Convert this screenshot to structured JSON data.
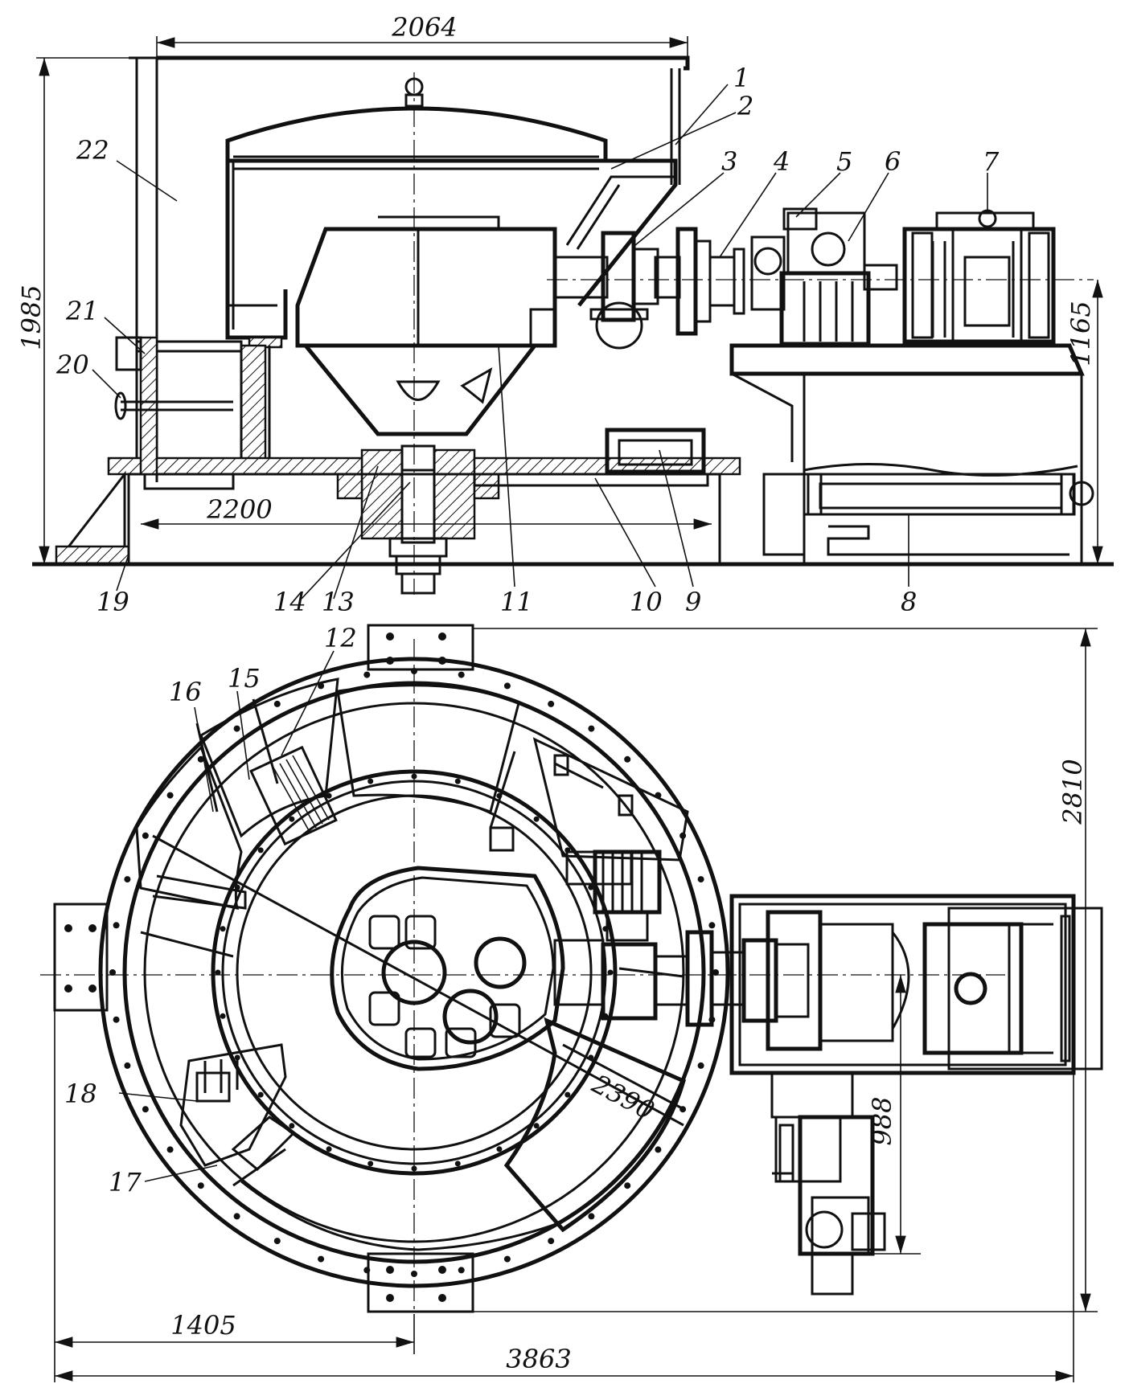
{
  "dimensions": {
    "top_width": "2064",
    "height": "1985",
    "base_span": "2200",
    "axis_height": "1165",
    "plan_depth": "2810",
    "plan_radius": "2390",
    "offset": "988",
    "half_width": "1405",
    "total_width": "3863"
  },
  "labels": {
    "l1": "1",
    "l2": "2",
    "l3": "3",
    "l4": "4",
    "l5": "5",
    "l6": "6",
    "l7": "7",
    "l8": "8",
    "l9": "9",
    "l10": "10",
    "l11": "11",
    "l12": "12",
    "l13": "13",
    "l14": "14",
    "l15": "15",
    "l16": "16",
    "l17": "17",
    "l18": "18",
    "l19": "19",
    "l20": "20",
    "l21": "21",
    "l22": "22"
  }
}
